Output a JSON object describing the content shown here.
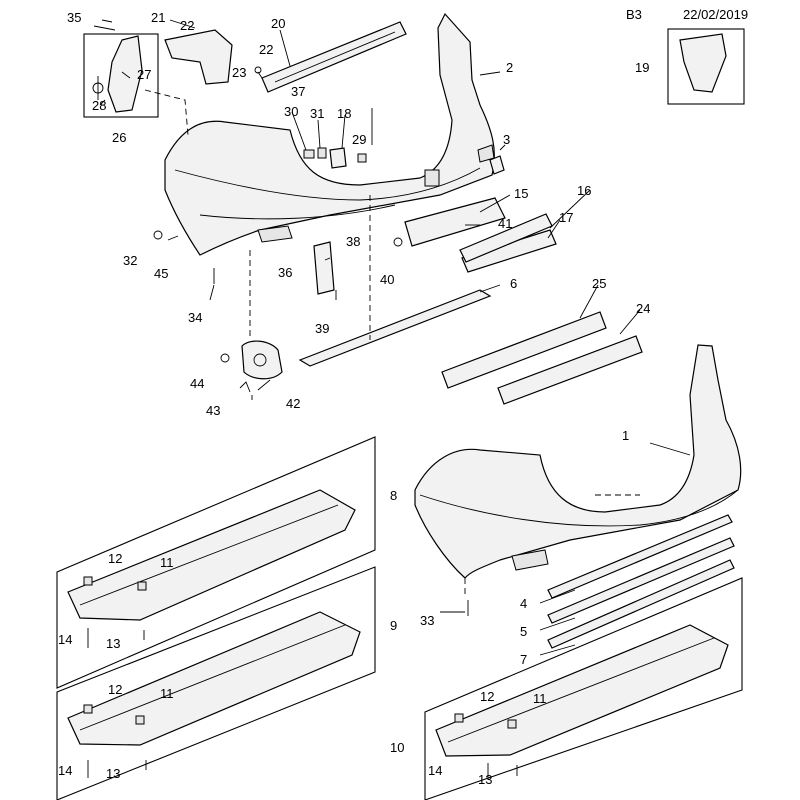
{
  "sheet": {
    "code": "B3",
    "date": "22/02/2019"
  },
  "callouts": {
    "c1": "1",
    "c2": "2",
    "c3": "3",
    "c4": "4",
    "c5": "5",
    "c6": "6",
    "c7": "7",
    "c8": "8",
    "c9": "9",
    "c10": "10",
    "c11a": "11",
    "c11b": "11",
    "c11c": "11",
    "c12a": "12",
    "c12b": "12",
    "c12c": "12",
    "c13a": "13",
    "c13b": "13",
    "c13c": "13",
    "c14a": "14",
    "c14b": "14",
    "c14c": "14",
    "c15": "15",
    "c16": "16",
    "c17": "17",
    "c18": "18",
    "c19": "19",
    "c20": "20",
    "c21": "21",
    "c22a": "22",
    "c22b": "22",
    "c23": "23",
    "c24": "24",
    "c25": "25",
    "c26": "26",
    "c27": "27",
    "c28": "28",
    "c29": "29",
    "c30": "30",
    "c31": "31",
    "c32": "32",
    "c33": "33",
    "c34": "34",
    "c35": "35",
    "c36": "36",
    "c37": "37",
    "c38": "38",
    "c39": "39",
    "c40": "40",
    "c41": "41",
    "c42": "42",
    "c43": "43",
    "c44": "44",
    "c45": "45"
  }
}
